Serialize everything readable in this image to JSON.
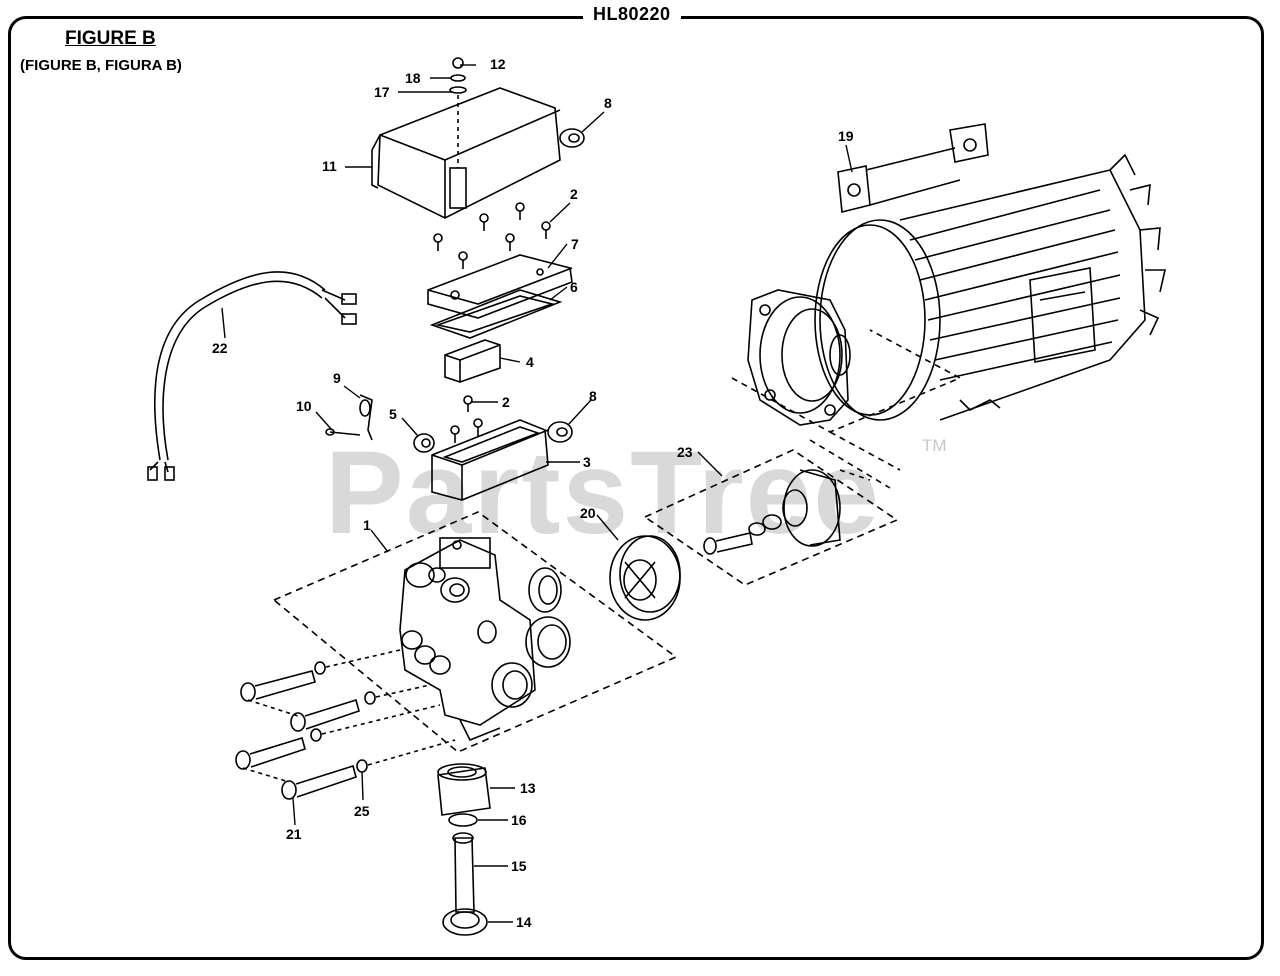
{
  "header": {
    "model": "HL80220",
    "figure_title": "FIGURE B",
    "figure_subtitle": "(FIGURE B, FIGURA B)"
  },
  "watermark": {
    "text": "PartsTree",
    "tm": "TM"
  },
  "callouts": {
    "c1": "1",
    "c2a": "2",
    "c2b": "2",
    "c3": "3",
    "c4": "4",
    "c5": "5",
    "c6": "6",
    "c7": "7",
    "c8a": "8",
    "c8b": "8",
    "c9": "9",
    "c10": "10",
    "c11": "11",
    "c12": "12",
    "c13": "13",
    "c14": "14",
    "c15": "15",
    "c16": "16",
    "c17": "17",
    "c18": "18",
    "c19": "19",
    "c20": "20",
    "c21": "21",
    "c22": "22",
    "c23": "23",
    "c25": "25"
  }
}
